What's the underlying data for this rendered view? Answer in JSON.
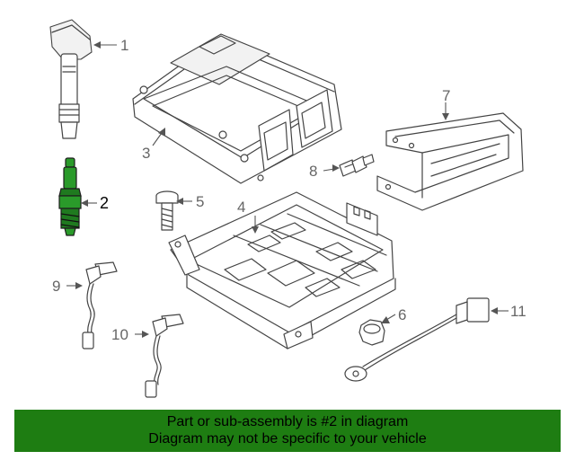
{
  "callouts": {
    "c1": "1",
    "c2": "2",
    "c3": "3",
    "c4": "4",
    "c5": "5",
    "c6": "6",
    "c7": "7",
    "c8": "8",
    "c9": "9",
    "c10": "10",
    "c11": "11"
  },
  "highlight": {
    "part": "2",
    "color": "#2a9a2a"
  },
  "banner": {
    "line1": "Part or sub-assembly is #2 in diagram",
    "line2": "Diagram may not be specific to your vehicle",
    "background": "#1e7d12"
  }
}
